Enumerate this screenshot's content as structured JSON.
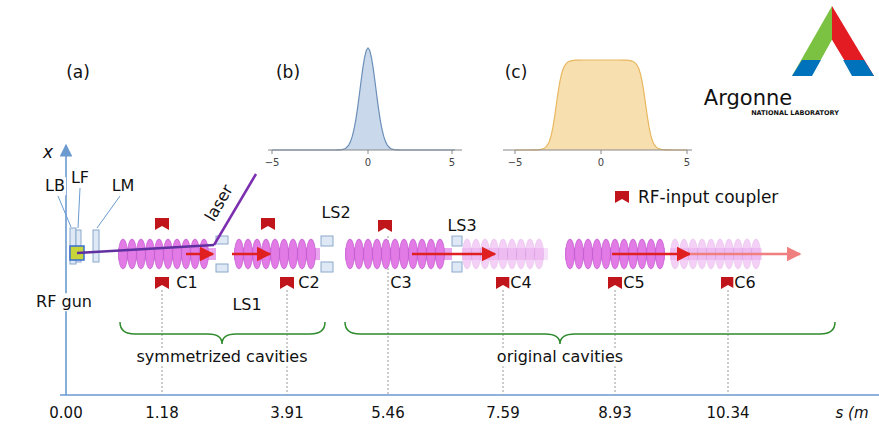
{
  "diagram": {
    "labels": [
      "(a)",
      "(b)",
      "(c)",
      "x",
      "LB",
      "LF",
      "LM",
      "laser",
      "LS2",
      "LS3",
      "RF gun",
      "C1",
      "C2",
      "C3",
      "C4",
      "C5",
      "C6",
      "LS1",
      "symmetrized cavities",
      "original cavities",
      "0.00",
      "1.18",
      "3.91",
      "5.46",
      "7.59",
      "8.93",
      "10.34",
      "s (m",
      "−5",
      "0",
      "5",
      "−5",
      "0",
      "5",
      "Argonne",
      "NATIONAL LABORATORY"
    ],
    "legend": [
      {
        "text": "RF-input coupler"
      }
    ]
  }
}
